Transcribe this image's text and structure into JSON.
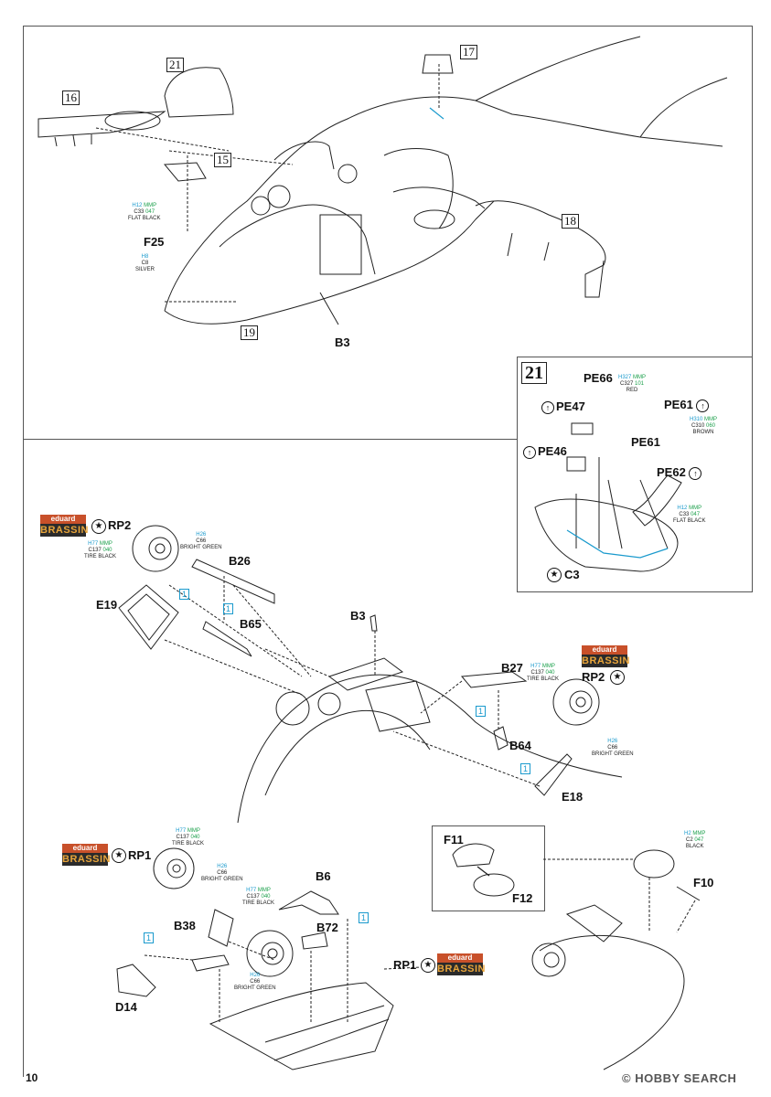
{
  "page_number": "10",
  "watermark": "© HOBBY SEARCH",
  "steps": {
    "s16": "16",
    "s17": "17",
    "s15": "15",
    "s18": "18",
    "s19": "19",
    "s21_top": "21",
    "s21_inset": "21"
  },
  "parts": {
    "F25": "F25",
    "B3_top": "B3",
    "RP2_left": "RP2",
    "B26": "B26",
    "E19": "E19",
    "B65": "B65",
    "B3_mid": "B3",
    "B27": "B27",
    "RP2_right": "RP2",
    "B64": "B64",
    "E18": "E18",
    "RP1_left": "RP1",
    "B6": "B6",
    "B38": "B38",
    "B72": "B72",
    "RP1_right": "RP1",
    "D14": "D14",
    "F11": "F11",
    "F12": "F12",
    "F10": "F10",
    "PE66": "PE66",
    "PE47": "PE47",
    "PE61_a": "PE61",
    "PE61_b": "PE61",
    "PE46": "PE46",
    "PE62": "PE62",
    "C3": "C3"
  },
  "brassin": {
    "top": "eduard",
    "bottom": "BRASSIN"
  },
  "blue_refs": [
    "1",
    "1",
    "1",
    "1",
    "1",
    "1"
  ],
  "paints": {
    "flat_black_1": {
      "h": "H12",
      "mmp": "MMP",
      "c": "C33",
      "n": "047",
      "name": "FLAT BLACK"
    },
    "silver": {
      "h": "H8",
      "c": "C8",
      "name": "SILVER"
    },
    "red": {
      "h": "H327",
      "mmp": "MMP",
      "c": "C327",
      "n": "101",
      "name": "RED"
    },
    "brown": {
      "h": "H310",
      "mmp": "MMP",
      "c": "C310",
      "n": "060",
      "name": "BROWN"
    },
    "flat_black_2": {
      "h": "H12",
      "mmp": "MMP",
      "c": "C33",
      "n": "047",
      "name": "FLAT BLACK"
    },
    "green_1": {
      "h": "H26",
      "c": "C66",
      "name": "BRIGHT GREEN"
    },
    "tire_1": {
      "h": "H77",
      "mmp": "MMP",
      "c": "C137",
      "n": "040",
      "name": "TIRE BLACK"
    },
    "tire_2": {
      "h": "H77",
      "mmp": "MMP",
      "c": "C137",
      "n": "040",
      "name": "TIRE BLACK"
    },
    "green_2": {
      "h": "H26",
      "c": "C66",
      "name": "BRIGHT GREEN"
    },
    "tire_3": {
      "h": "H77",
      "mmp": "MMP",
      "c": "C137",
      "n": "040",
      "name": "TIRE BLACK"
    },
    "green_3": {
      "h": "H26",
      "c": "C66",
      "name": "BRIGHT GREEN"
    },
    "tire_4": {
      "h": "H77",
      "mmp": "MMP",
      "c": "C137",
      "n": "040",
      "name": "TIRE BLACK"
    },
    "green_4": {
      "h": "H26",
      "c": "C66",
      "name": "BRIGHT GREEN"
    },
    "black": {
      "h": "H2",
      "mmp": "MMP",
      "c": "C2",
      "n": "047",
      "name": "BLACK"
    }
  },
  "colors": {
    "gunze_blue": "#1a9acd",
    "mmp_green": "#1a9f4a",
    "brassin_orange": "#c8502a",
    "brassin_gold": "#e9a53a"
  }
}
